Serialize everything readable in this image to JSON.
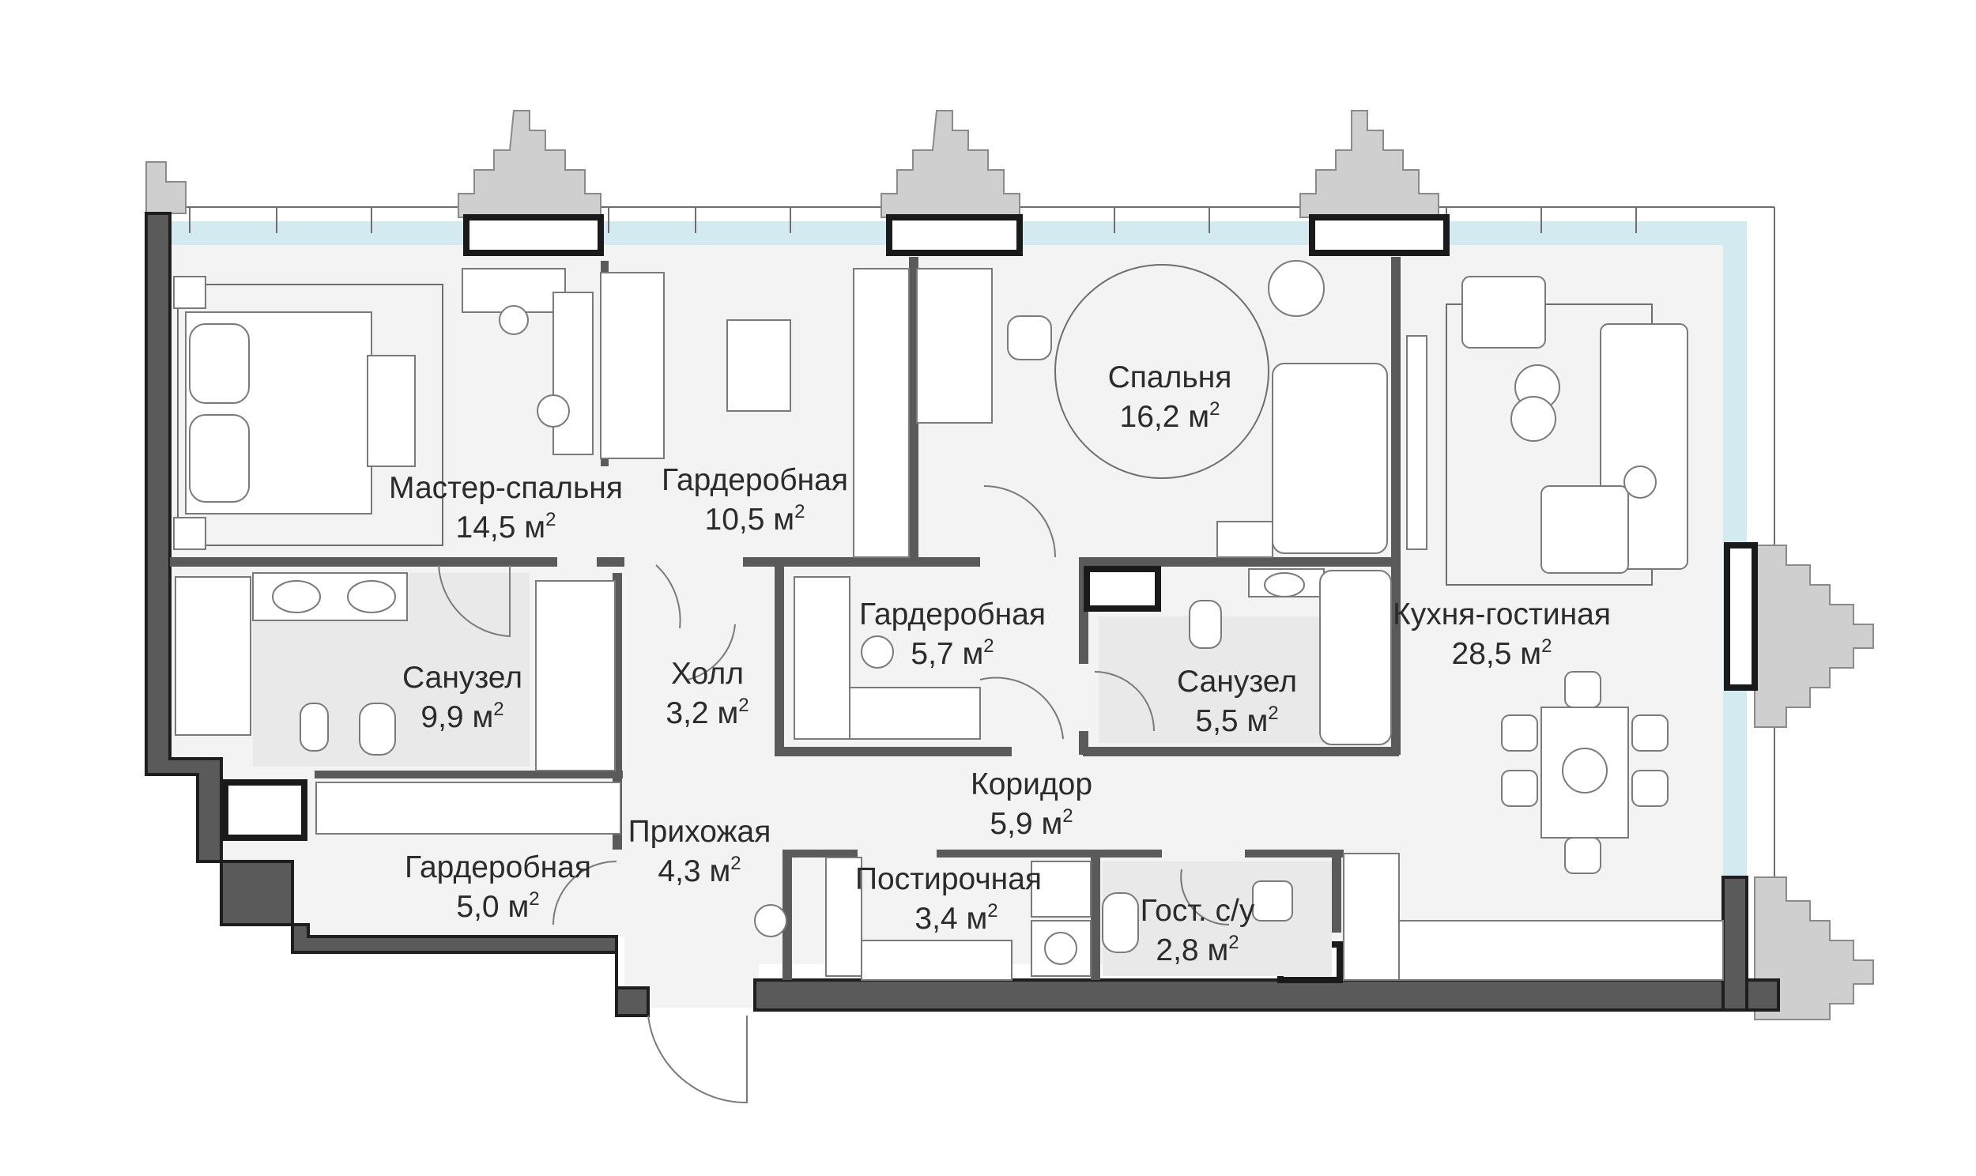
{
  "area_unit": "м",
  "area_unit_sup": "2",
  "rooms": [
    {
      "id": "master",
      "name": "Мастер-спальня",
      "area": "14,5"
    },
    {
      "id": "wardrobe1",
      "name": "Гардеробная",
      "area": "10,5"
    },
    {
      "id": "bedroom",
      "name": "Спальня",
      "area": "16,2"
    },
    {
      "id": "wardrobe2",
      "name": "Гардеробная",
      "area": "5,7"
    },
    {
      "id": "bath1",
      "name": "Санузел",
      "area": "9,9"
    },
    {
      "id": "hall",
      "name": "Холл",
      "area": "3,2"
    },
    {
      "id": "bath2",
      "name": "Санузел",
      "area": "5,5"
    },
    {
      "id": "kitchen",
      "name": "Кухня-гостиная",
      "area": "28,5"
    },
    {
      "id": "corridor",
      "name": "Коридор",
      "area": "5,9"
    },
    {
      "id": "entry",
      "name": "Прихожая",
      "area": "4,3"
    },
    {
      "id": "wardrobe3",
      "name": "Гардеробная",
      "area": "5,0"
    },
    {
      "id": "laundry",
      "name": "Постирочная",
      "area": "3,4"
    },
    {
      "id": "guestwc",
      "name": "Гост. с/у",
      "area": "2,8"
    }
  ]
}
